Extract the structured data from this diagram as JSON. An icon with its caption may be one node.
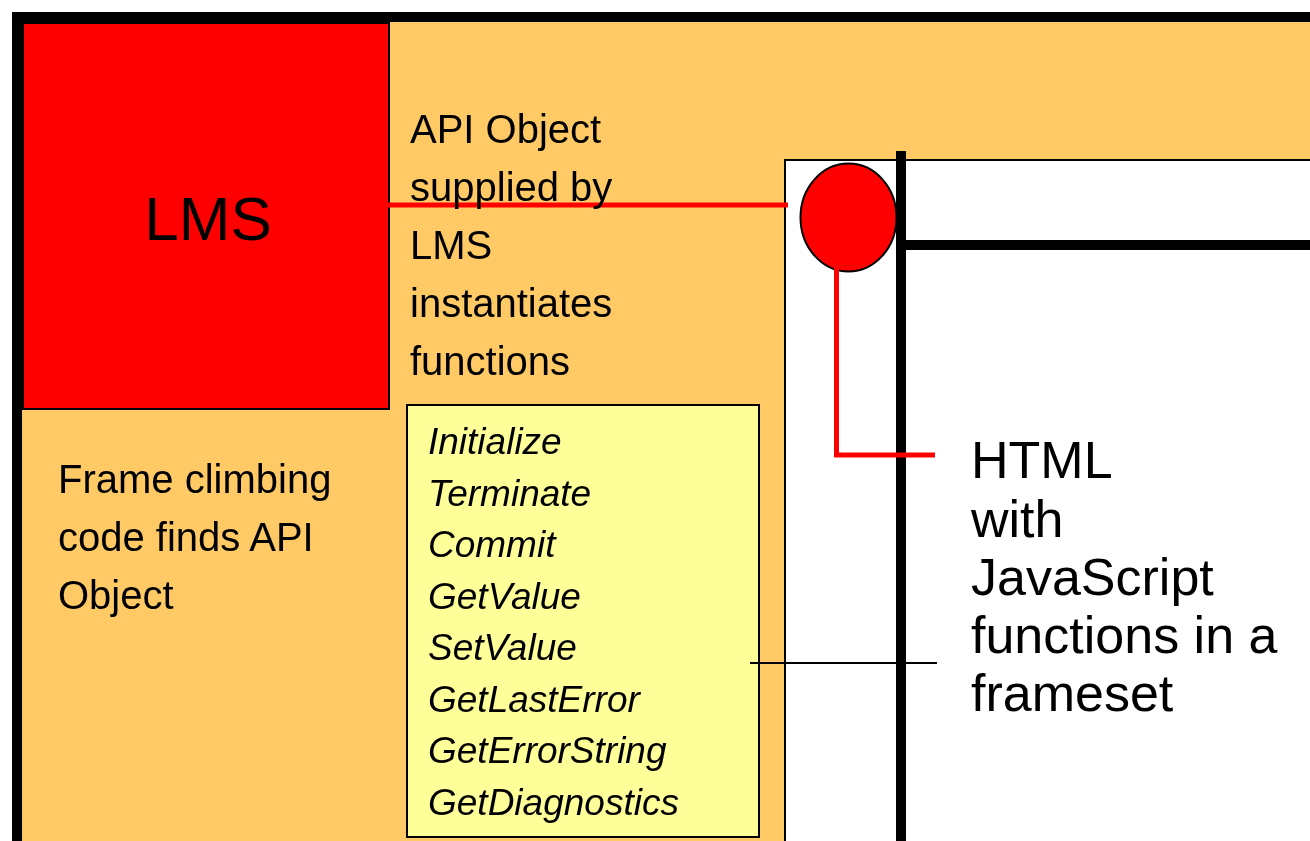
{
  "diagram": {
    "nodes": [
      {
        "text": [
          "API Object supplied by LMS instantiates functions",
          "Frame climbing code finds API Object"
        ]
      },
      {
        "text": [
          "LMS"
        ],
        "in": 0
      },
      {
        "text": [
          "Initialize",
          "Terminate",
          "Commit",
          "GetValue",
          "SetValue",
          "GetLastError",
          "GetErrorString",
          "GetDiagnostics"
        ],
        "in": 0
      },
      {
        "text": [],
        "shape": "box",
        "in": 0
      },
      {
        "text": [],
        "shape": "circle",
        "in": 3
      },
      {
        "text": [
          "HTML",
          "with JavaScript functions in a frameset"
        ],
        "in": 3
      }
    ],
    "edges": [
      {
        "from": 1,
        "to": 4,
        "arrow": "none",
        "color": "#ff0000"
      },
      {
        "from": 4,
        "to": 5,
        "arrow": "none",
        "color": "#ff0000"
      },
      {
        "from": 2,
        "to": 5,
        "arrow": "none",
        "color": "#000000"
      }
    ]
  }
}
